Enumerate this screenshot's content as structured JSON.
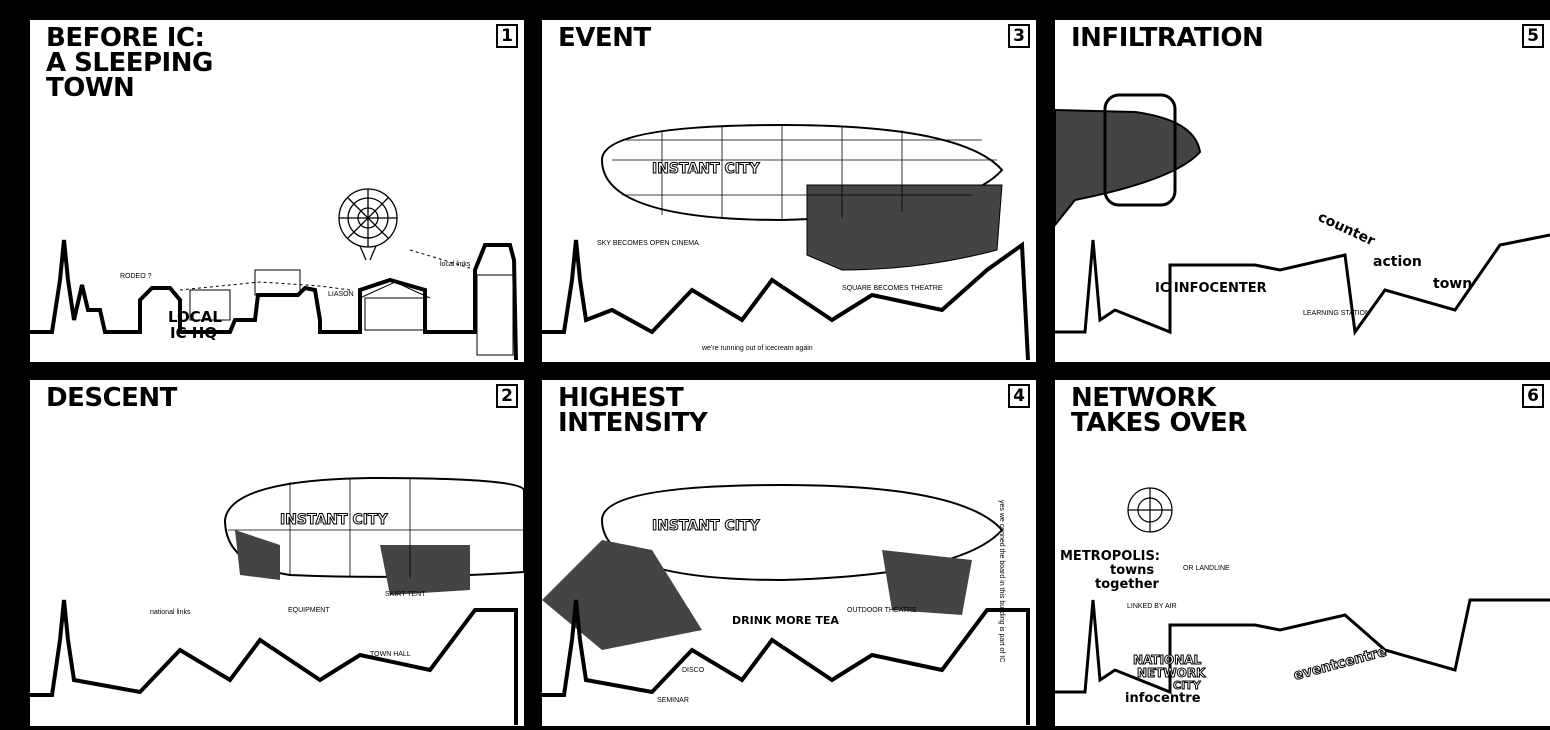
{
  "panels": [
    {
      "number": "1",
      "title": "BEFORE IC:\nA SLEEPING\nTOWN"
    },
    {
      "number": "3",
      "title": "EVENT"
    },
    {
      "number": "5",
      "title": "INFILTRATION"
    },
    {
      "number": "2",
      "title": "DESCENT"
    },
    {
      "number": "4",
      "title": "HIGHEST\nINTENSITY"
    },
    {
      "number": "6",
      "title": "NETWORK\nTAKES OVER"
    }
  ],
  "airship_label": "INSTANT CITY",
  "labels": {
    "p1_local": "LOCAL",
    "p1_ichq": "IC HQ",
    "p1_liason": "LIASON",
    "p1_rodeo": "RODEO ?",
    "p1_local_links": "local links",
    "p3_sky": "SKY BECOMES OPEN CINEMA",
    "p3_square": "SQUARE BECOMES THEATRE",
    "p3_icecream": "we're running out of icecream again",
    "p5_infocenter": "IC INFOCENTER",
    "p5_counter": "counter",
    "p5_action": "action",
    "p5_town": "town",
    "p5_learning": "LEARNING STATION",
    "p2_national": "national links",
    "p2_equipment": "EQUIPMENT",
    "p2_skirt": "SKIRT TENT",
    "p2_townhall": "TOWN HALL",
    "p4_drink": "DRINK MORE TEA",
    "p4_outdoor": "OUTDOOR THEATRE",
    "p4_seminar": "SEMINAR",
    "p4_disco": "DISCO",
    "p4_board": "yes we conned the board in this building is part of IC",
    "p6_metropolis": "METROPOLIS:",
    "p6_towns": "towns",
    "p6_together": "together",
    "p6_landline": "OR LANDLINE",
    "p6_linked": "LINKED BY AIR",
    "p6_national": "NATIONAL",
    "p6_network": "NETWORK",
    "p6_city": "CITY",
    "p6_infocentre": "infocentre",
    "p6_eventcentre": "eventcentre"
  },
  "colors": {
    "ink": "#000000",
    "paper": "#ffffff",
    "shade": "#444444"
  }
}
